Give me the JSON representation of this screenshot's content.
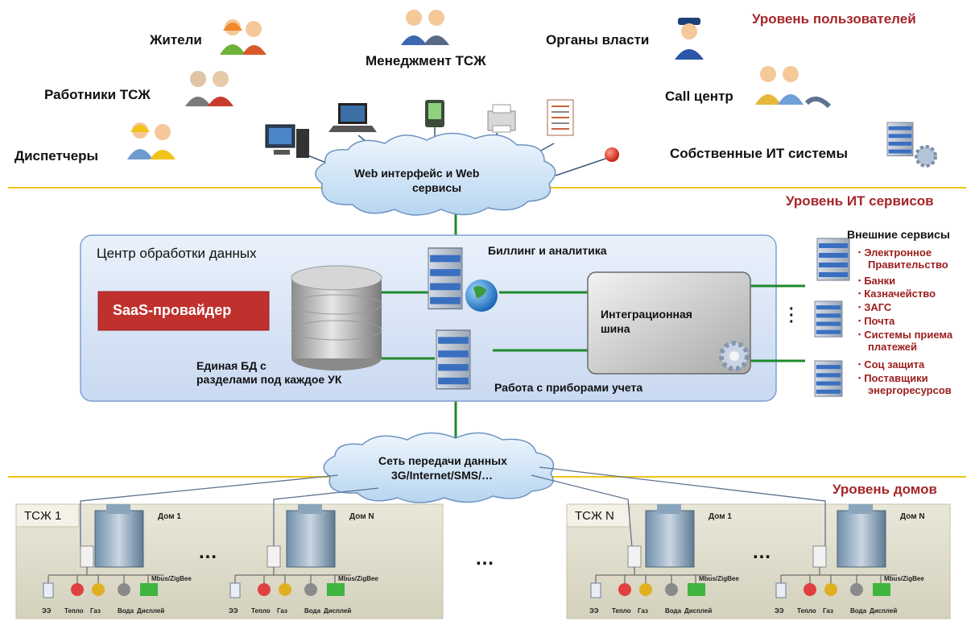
{
  "levels": {
    "users": "Уровень пользователей",
    "it": "Уровень ИТ сервисов",
    "houses": "Уровень домов"
  },
  "actors": {
    "residents": "Жители",
    "management": "Менеджмент ТСЖ",
    "authorities": "Органы власти",
    "workers": "Работники ТСЖ",
    "callcenter": "Call центр",
    "dispatchers": "Диспетчеры",
    "own_it": "Собственные ИТ системы"
  },
  "clouds": {
    "web_line1": "Web интерфейс и Web",
    "web_line2": "сервисы",
    "net_line1": "Сеть передачи данных",
    "net_line2": "3G/Internet/SMS/…"
  },
  "datacenter": {
    "title": "Центр обработки данных",
    "saas": "SaaS-провайдер",
    "db_line1": "Единая БД с",
    "db_line2": "разделами под каждое УК",
    "billing": "Биллинг и аналитика",
    "meters": "Работа с приборами учета",
    "bus_line1": "Интеграционная",
    "bus_line2": "шина"
  },
  "external": {
    "title": "Внешние сервисы",
    "items": [
      [
        "Электронное",
        "Правительство"
      ],
      [
        "Банки"
      ],
      [
        "Казначейство"
      ],
      [
        "ЗАГС"
      ],
      [
        "Почта"
      ],
      [
        "Системы приема",
        "платежей"
      ],
      [
        "Соц защита"
      ],
      [
        "Поставщики",
        "энергоресурсов"
      ]
    ]
  },
  "houses": {
    "group1": "ТСЖ 1",
    "groupN": "ТСЖ N",
    "house1": "Дом 1",
    "houseN": "Дом N",
    "bus": "Mbus/ZigBee",
    "meters": [
      "ЭЭ",
      "Тепло",
      "Газ",
      "Вода",
      "Дисплей"
    ],
    "ellipsis": "…",
    "middle_ellipsis": "…"
  },
  "colors": {
    "level_line": "#f0c419",
    "link_green": "#1e8a2a",
    "dc_fill": "#dbe6f6",
    "saas_red": "#c0302d",
    "service_red": "#9b1c1c"
  }
}
